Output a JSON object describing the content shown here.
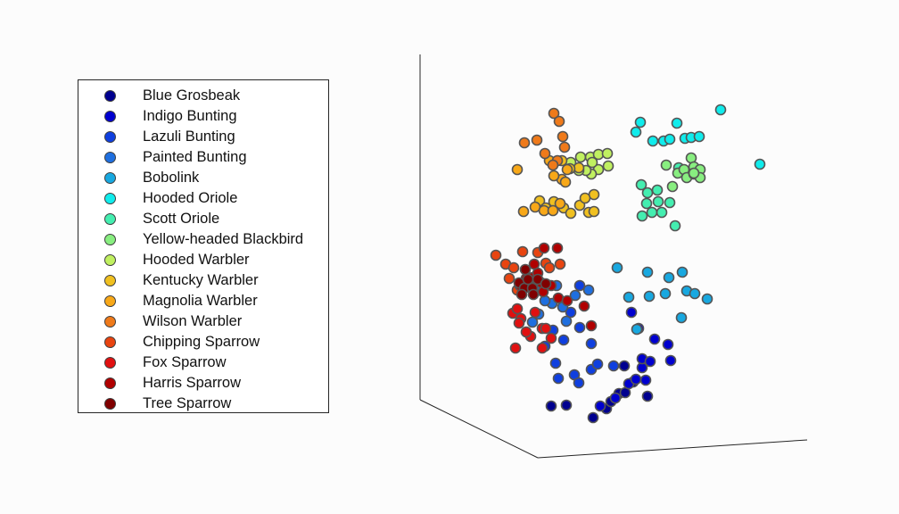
{
  "chart_data": {
    "type": "scatter",
    "projection": "3d",
    "title": "",
    "xlabel": "",
    "ylabel": "",
    "zlabel": "",
    "legend_position": "left",
    "grid": false,
    "series": [
      {
        "name": "Blue Grosbeak",
        "color": "#00008f",
        "points": [
          [
            618,
            455
          ],
          [
            635,
            454
          ],
          [
            665,
            468
          ],
          [
            680,
            458
          ],
          [
            685,
            450
          ],
          [
            694,
            441
          ],
          [
            701,
            440
          ],
          [
            710,
            428
          ],
          [
            726,
            444
          ],
          [
            700,
            410
          ]
        ]
      },
      {
        "name": "Indigo Bunting",
        "color": "#0000cf",
        "points": [
          [
            673,
            455
          ],
          [
            690,
            446
          ],
          [
            705,
            430
          ],
          [
            713,
            425
          ],
          [
            720,
            412
          ],
          [
            724,
            426
          ],
          [
            720,
            402
          ],
          [
            734,
            380
          ],
          [
            749,
            386
          ],
          [
            752,
            404
          ],
          [
            708,
            350
          ],
          [
            716,
            368
          ],
          [
            729,
            405
          ]
        ]
      },
      {
        "name": "Lazuli Bunting",
        "color": "#0f3fdf",
        "points": [
          [
            623,
            407
          ],
          [
            626,
            424
          ],
          [
            644,
            420
          ],
          [
            649,
            429
          ],
          [
            663,
            414
          ],
          [
            670,
            408
          ],
          [
            688,
            410
          ],
          [
            663,
            385
          ],
          [
            650,
            367
          ],
          [
            632,
            381
          ],
          [
            611,
            388
          ],
          [
            620,
            370
          ],
          [
            640,
            350
          ],
          [
            650,
            320
          ]
        ]
      },
      {
        "name": "Painted Bunting",
        "color": "#1f6fdf",
        "points": [
          [
            604,
            352
          ],
          [
            619,
            340
          ],
          [
            631,
            344
          ],
          [
            645,
            331
          ],
          [
            597,
            361
          ],
          [
            603,
            325
          ],
          [
            611,
            337
          ],
          [
            635,
            360
          ],
          [
            624,
            320
          ],
          [
            660,
            325
          ]
        ]
      },
      {
        "name": "Bobolink",
        "color": "#18a8e0",
        "points": [
          [
            692,
            300
          ],
          [
            726,
            305
          ],
          [
            705,
            333
          ],
          [
            728,
            332
          ],
          [
            750,
            311
          ],
          [
            765,
            305
          ],
          [
            746,
            329
          ],
          [
            770,
            326
          ],
          [
            779,
            329
          ],
          [
            793,
            335
          ],
          [
            764,
            356
          ],
          [
            714,
            369
          ]
        ]
      },
      {
        "name": "Hooded Oriole",
        "color": "#10ecec",
        "points": [
          [
            718,
            137
          ],
          [
            713,
            148
          ],
          [
            732,
            158
          ],
          [
            744,
            158
          ],
          [
            751,
            156
          ],
          [
            759,
            138
          ],
          [
            768,
            155
          ],
          [
            775,
            154
          ],
          [
            784,
            153
          ],
          [
            808,
            123
          ],
          [
            852,
            184
          ]
        ]
      },
      {
        "name": "Scott Oriole",
        "color": "#44eeb0",
        "points": [
          [
            719,
            207
          ],
          [
            726,
            216
          ],
          [
            725,
            228
          ],
          [
            737,
            213
          ],
          [
            738,
            226
          ],
          [
            731,
            238
          ],
          [
            720,
            242
          ],
          [
            742,
            238
          ],
          [
            751,
            227
          ],
          [
            757,
            253
          ],
          [
            761,
            188
          ]
        ]
      },
      {
        "name": "Yellow-headed Blackbird",
        "color": "#88ee80",
        "points": [
          [
            747,
            185
          ],
          [
            760,
            194
          ],
          [
            767,
            190
          ],
          [
            775,
            177
          ],
          [
            778,
            187
          ],
          [
            770,
            199
          ],
          [
            778,
            195
          ],
          [
            785,
            190
          ],
          [
            785,
            199
          ],
          [
            754,
            209
          ],
          [
            778,
            194
          ]
        ]
      },
      {
        "name": "Hooded Warbler",
        "color": "#c0f060",
        "points": [
          [
            640,
            182
          ],
          [
            651,
            176
          ],
          [
            662,
            176
          ],
          [
            671,
            173
          ],
          [
            681,
            172
          ],
          [
            682,
            186
          ],
          [
            671,
            190
          ],
          [
            663,
            195
          ],
          [
            657,
            191
          ],
          [
            664,
            182
          ],
          [
            649,
            191
          ]
        ]
      },
      {
        "name": "Kentucky Warbler",
        "color": "#f0c020",
        "points": [
          [
            605,
            225
          ],
          [
            612,
            233
          ],
          [
            621,
            226
          ],
          [
            632,
            233
          ],
          [
            640,
            239
          ],
          [
            650,
            230
          ],
          [
            660,
            238
          ],
          [
            666,
            237
          ],
          [
            666,
            218
          ],
          [
            656,
            222
          ],
          [
            649,
            188
          ],
          [
            639,
            189
          ],
          [
            630,
            180
          ]
        ]
      },
      {
        "name": "Magnolia Warbler",
        "color": "#f8a818",
        "points": [
          [
            580,
            190
          ],
          [
            587,
            237
          ],
          [
            600,
            232
          ],
          [
            610,
            236
          ],
          [
            620,
            236
          ],
          [
            628,
            228
          ],
          [
            630,
            201
          ],
          [
            634,
            204
          ],
          [
            636,
            190
          ],
          [
            621,
            197
          ],
          [
            616,
            180
          ]
        ]
      },
      {
        "name": "Wilson Warbler",
        "color": "#ef7a1a",
        "points": [
          [
            588,
            160
          ],
          [
            602,
            157
          ],
          [
            611,
            172
          ],
          [
            621,
            127
          ],
          [
            627,
            136
          ],
          [
            631,
            153
          ],
          [
            633,
            165
          ],
          [
            625,
            180
          ],
          [
            620,
            185
          ]
        ]
      },
      {
        "name": "Chipping Sparrow",
        "color": "#e84410",
        "points": [
          [
            556,
            286
          ],
          [
            567,
            296
          ],
          [
            576,
            300
          ],
          [
            571,
            312
          ],
          [
            586,
            282
          ],
          [
            603,
            283
          ],
          [
            612,
            295
          ],
          [
            628,
            296
          ],
          [
            616,
            300
          ],
          [
            580,
            325
          ]
        ]
      },
      {
        "name": "Fox Sparrow",
        "color": "#e01010",
        "points": [
          [
            575,
            351
          ],
          [
            580,
            346
          ],
          [
            584,
            357
          ],
          [
            595,
            377
          ],
          [
            578,
            390
          ],
          [
            590,
            372
          ],
          [
            608,
            368
          ],
          [
            612,
            368
          ],
          [
            618,
            379
          ],
          [
            608,
            390
          ],
          [
            600,
            350
          ],
          [
            582,
            362
          ]
        ]
      },
      {
        "name": "Harris Sparrow",
        "color": "#b00000",
        "points": [
          [
            590,
            312
          ],
          [
            597,
            311
          ],
          [
            583,
            320
          ],
          [
            607,
            317
          ],
          [
            618,
            320
          ],
          [
            603,
            306
          ],
          [
            609,
            327
          ],
          [
            626,
            334
          ],
          [
            636,
            337
          ],
          [
            655,
            343
          ],
          [
            663,
            365
          ],
          [
            625,
            278
          ],
          [
            610,
            278
          ],
          [
            599,
            296
          ]
        ]
      },
      {
        "name": "Tree Sparrow",
        "color": "#800000",
        "points": [
          [
            582,
            317
          ],
          [
            588,
            323
          ],
          [
            597,
            323
          ],
          [
            592,
            313
          ],
          [
            603,
            313
          ],
          [
            589,
            302
          ],
          [
            612,
            318
          ],
          [
            598,
            330
          ],
          [
            585,
            330
          ]
        ]
      }
    ]
  }
}
